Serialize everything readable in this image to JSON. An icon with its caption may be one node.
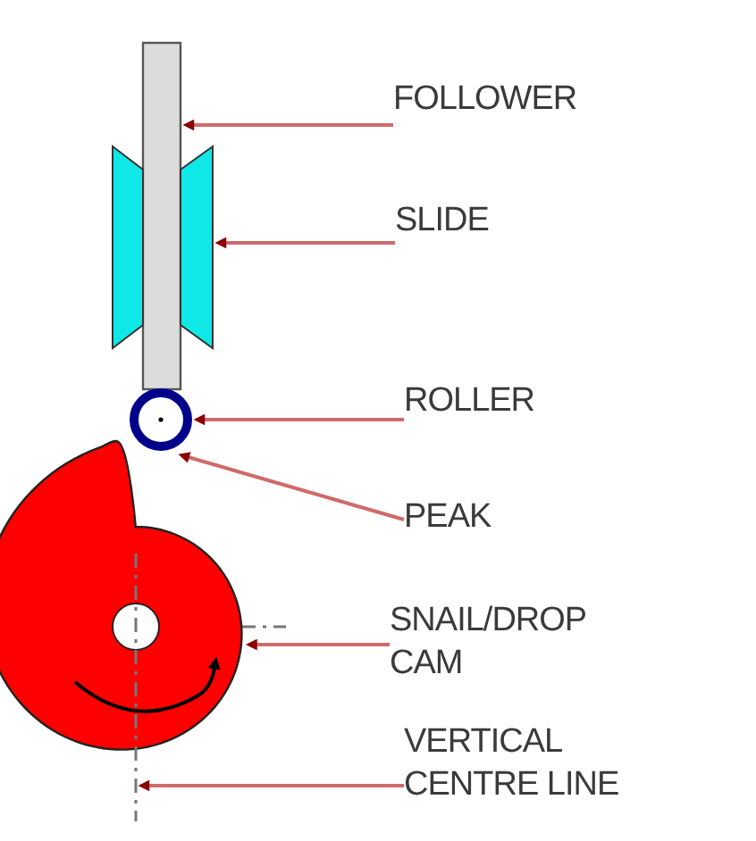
{
  "diagram": {
    "nodes": [
      {
        "text": [
          "FOLLOWER"
        ]
      },
      {
        "text": [
          "SLIDE"
        ]
      },
      {
        "text": [
          "ROLLER"
        ]
      },
      {
        "text": [
          "PEAK"
        ]
      },
      {
        "text": [
          "SNAIL/DROP CAM"
        ]
      },
      {
        "text": [
          "VERTICAL CENTRE LINE"
        ]
      },
      {
        "text": [],
        "shape": "bar"
      },
      {
        "text": [],
        "shape": "box"
      },
      {
        "text": [],
        "shape": "circle"
      },
      {
        "text": [],
        "shape": "spiral"
      },
      {
        "text": [],
        "shape": "line"
      }
    ],
    "edges": [
      {
        "from": 0,
        "to": 6,
        "arrow": "to"
      },
      {
        "from": 1,
        "to": 7,
        "arrow": "to"
      },
      {
        "from": 2,
        "to": 8,
        "arrow": "to"
      },
      {
        "from": 3,
        "to": 9,
        "arrow": "to"
      },
      {
        "from": 4,
        "to": 9,
        "arrow": "to"
      },
      {
        "from": 5,
        "to": 10,
        "arrow": "to"
      }
    ]
  }
}
